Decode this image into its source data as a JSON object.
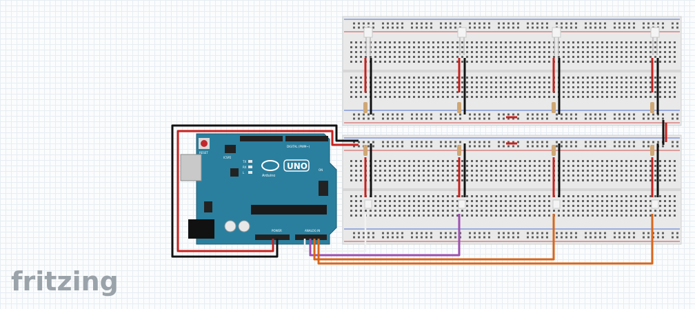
{
  "app": {
    "logo_text": "fritzing"
  },
  "colors": {
    "breadboard": "#e9e9e9",
    "rail_red": "#d14b4b",
    "rail_blue": "#4b6fd1",
    "arduino": "#2a7f9e",
    "wire_red": "#c8211d",
    "wire_black": "#111111",
    "wire_white": "#f2f2f2",
    "wire_purple": "#a04fb0",
    "wire_orange": "#d8661a",
    "led": "#f4f4f4",
    "green_dot": "#39c24a"
  },
  "arduino": {
    "reset_label": "RESET",
    "icsp_label": "ICSP2",
    "digital_label": "DIGITAL (PWM~)",
    "brand": "Arduino",
    "model": "UNO",
    "on_label": "ON",
    "power_label": "POWER",
    "analog_label": "ANALOG IN",
    "tx_label": "TX",
    "rx_label": "RX",
    "l_label": "L"
  },
  "components": {
    "led_count": 8,
    "resistor_count": 8,
    "breadboards": 2
  }
}
